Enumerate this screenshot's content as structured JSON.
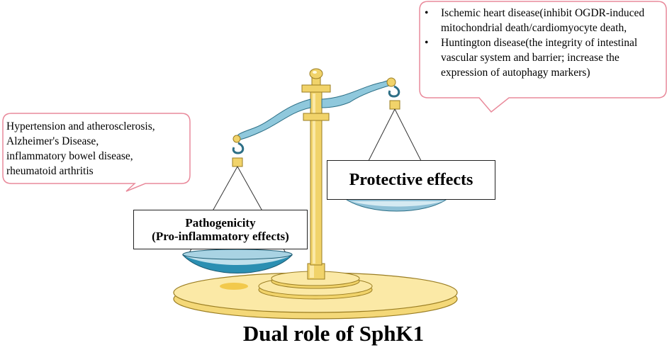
{
  "title": "Dual role of SphK1",
  "left_label": {
    "line1": "Pathogenicity",
    "line2": "(Pro-inflammatory effects)"
  },
  "right_label": "Protective effects",
  "left_callout": {
    "lines": [
      "Hypertension and atherosclerosis,",
      "Alzheimer's Disease,",
      "inflammatory bowel disease,",
      "rheumatoid arthritis"
    ]
  },
  "right_callout": {
    "items": [
      "Ischemic heart disease(inhibit OGDR-induced mitochondrial death/cardiomyocyte death,",
      "Huntington disease(the integrity of intestinal vascular system and barrier; increase the expression of autophagy markers)"
    ]
  },
  "colors": {
    "callout_border": "#e98a9b",
    "brass": "#f1d36a",
    "brass_light": "#fbe9a6",
    "brass_dark": "#c9a33a",
    "beam": "#8fc8dc",
    "pan_left": "#2b8fb2",
    "pan_right": "#8ec0d6"
  }
}
